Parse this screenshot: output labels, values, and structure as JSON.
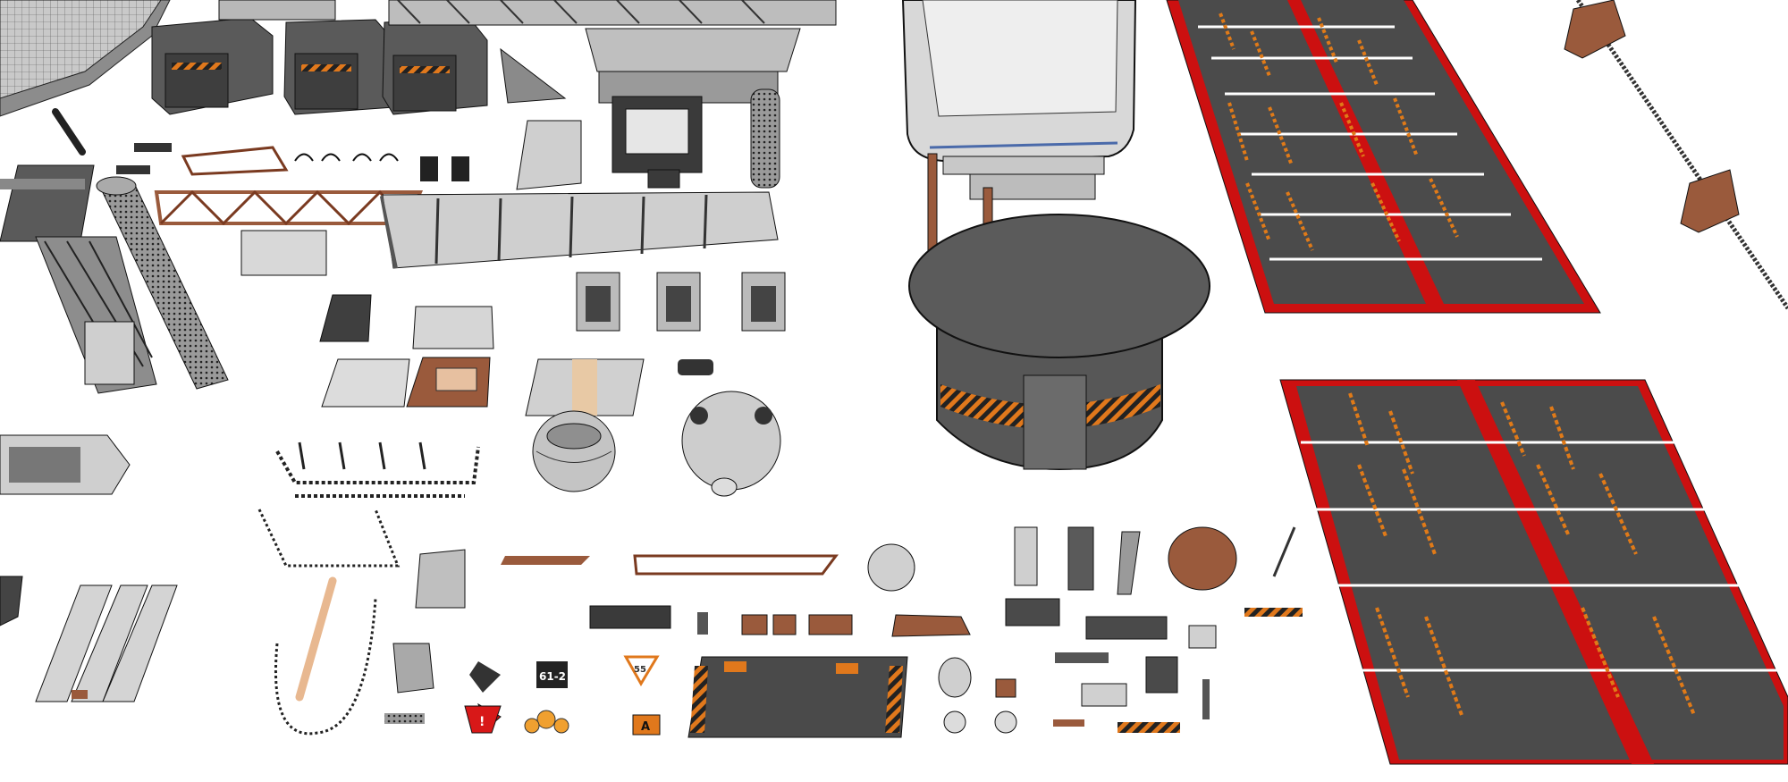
{
  "scene": {
    "background": "#ffffff",
    "render_style": "sketch-wireframe",
    "colors": {
      "panel_dark": "#4a4a4a",
      "panel_mid": "#8c8c8c",
      "panel_light": "#d4d4d4",
      "rust": "#9a5a3c",
      "hazard_orange": "#e0781c",
      "runway_red": "#cc1010",
      "runway_asphalt": "#4b4b4b",
      "stripe_white": "#ffffff",
      "stripe_orange": "#e07a18"
    },
    "markings": {
      "bay_code": "61-2",
      "warning_glyph": "!",
      "triangle_code": "55",
      "letter_tile": "A"
    }
  }
}
